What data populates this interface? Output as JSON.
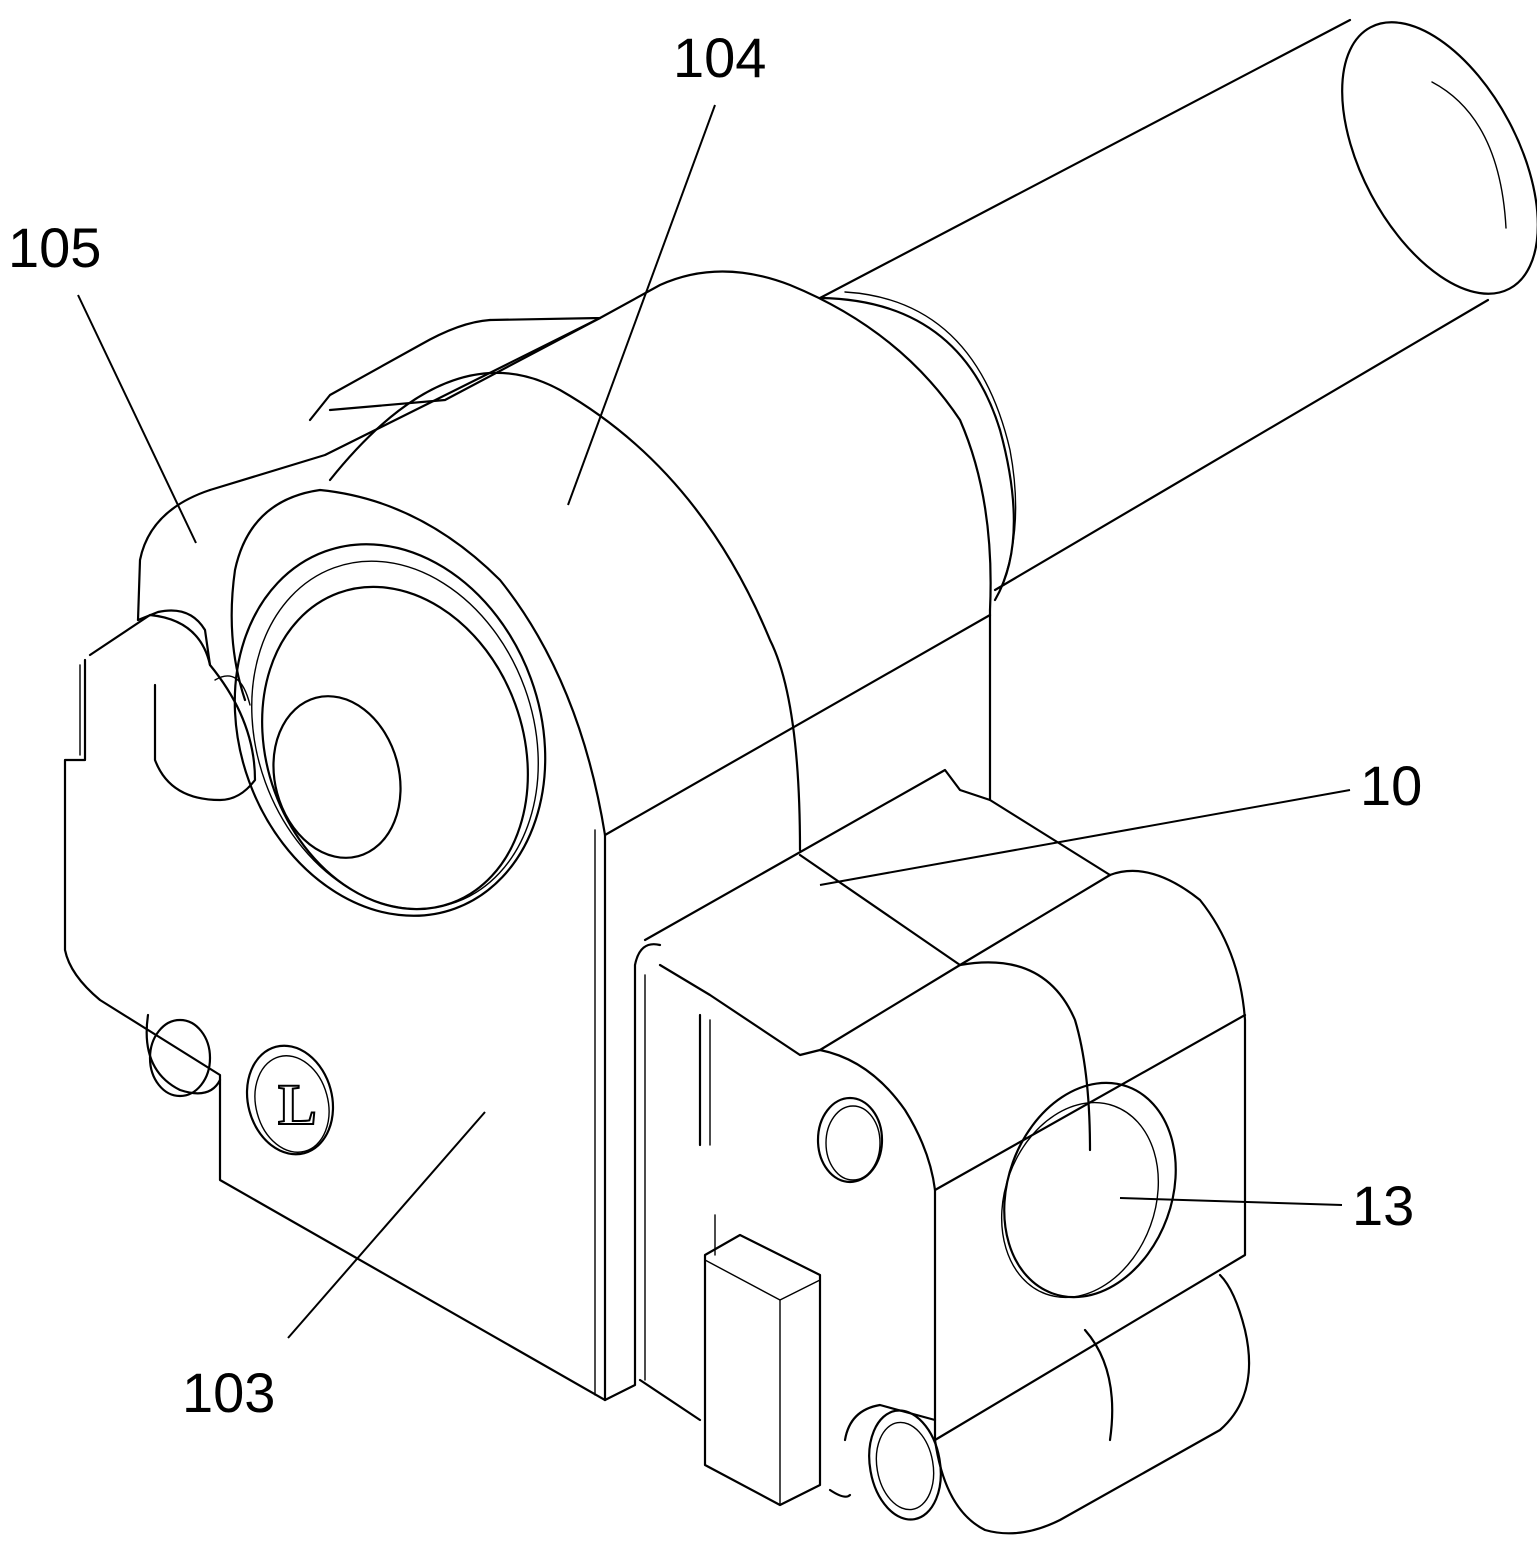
{
  "figure": {
    "reference_numerals": [
      {
        "id": "104",
        "text": "104"
      },
      {
        "id": "105",
        "text": "105"
      },
      {
        "id": "10",
        "text": "10"
      },
      {
        "id": "13",
        "text": "13"
      },
      {
        "id": "103",
        "text": "103"
      }
    ],
    "embossed_mark": "L",
    "line_color": "#000000",
    "background_color": "#ffffff"
  }
}
